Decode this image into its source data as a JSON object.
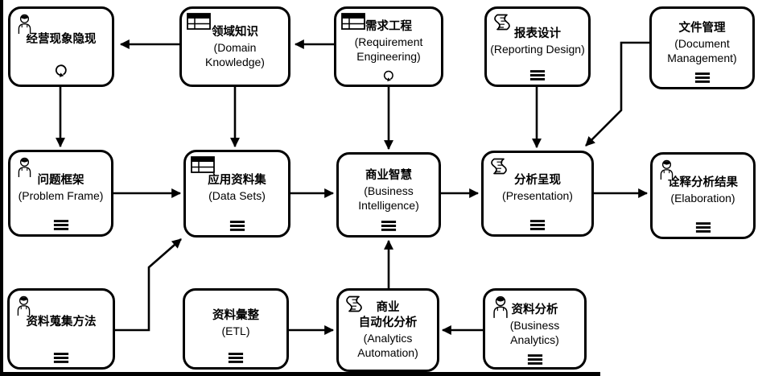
{
  "colors": {
    "line": "#000000",
    "node_fill": "#ffffff",
    "node_border": "#000000",
    "background": "#ffffff"
  },
  "diagram": {
    "nodes": [
      {
        "id": "business-phenomenon",
        "label_zh": "经营现象隐现",
        "label_en": "",
        "icon": "user-icon",
        "marker": "loop-marker"
      },
      {
        "id": "domain-knowledge",
        "label_zh": "领域知识",
        "label_en": "(Domain Knowledge)",
        "icon": "business-rule-icon",
        "marker": ""
      },
      {
        "id": "requirement-engineering",
        "label_zh": "需求工程",
        "label_en": "(Requirement Engineering)",
        "icon": "business-rule-icon",
        "marker": "loop-marker"
      },
      {
        "id": "reporting-design",
        "label_zh": "报表设计",
        "label_en": "(Reporting Design)",
        "icon": "script-icon",
        "marker": "menu-marker"
      },
      {
        "id": "document-management",
        "label_zh": "文件管理",
        "label_en": "(Document Management)",
        "icon": "",
        "marker": "menu-marker"
      },
      {
        "id": "problem-frame",
        "label_zh": "问题框架",
        "label_en": "(Problem Frame)",
        "icon": "user-icon",
        "marker": "menu-marker"
      },
      {
        "id": "data-sets",
        "label_zh": "应用资料集",
        "label_en": "(Data Sets)",
        "icon": "business-rule-icon",
        "marker": "menu-marker"
      },
      {
        "id": "business-intelligence",
        "label_zh": "商业智慧",
        "label_en": "(Business Intelligence)",
        "icon": "",
        "marker": "menu-marker"
      },
      {
        "id": "presentation",
        "label_zh": "分析呈现",
        "label_en": "(Presentation)",
        "icon": "script-icon",
        "marker": "menu-marker"
      },
      {
        "id": "elaboration",
        "label_zh": "诠释分析结果",
        "label_en": "(Elaboration)",
        "icon": "user-icon",
        "marker": "menu-marker"
      },
      {
        "id": "data-collection",
        "label_zh": "资料蒐集方法",
        "label_en": "",
        "icon": "user-icon",
        "marker": "menu-marker"
      },
      {
        "id": "etl",
        "label_zh": "资料彙整",
        "label_en": "(ETL)",
        "icon": "",
        "marker": "menu-marker"
      },
      {
        "id": "analytics-automation",
        "label_zh": "商业",
        "label_zh2": "自动化分析",
        "label_en": "(Analytics Automation)",
        "icon": "script-icon",
        "marker": ""
      },
      {
        "id": "business-analytics",
        "label_zh": "资料分析",
        "label_en": "(Business Analytics)",
        "icon": "user-icon",
        "marker": "menu-marker"
      }
    ],
    "edges": [
      {
        "from": "domain-knowledge",
        "to": "business-phenomenon"
      },
      {
        "from": "requirement-engineering",
        "to": "domain-knowledge"
      },
      {
        "from": "business-phenomenon",
        "to": "problem-frame"
      },
      {
        "from": "domain-knowledge",
        "to": "data-sets"
      },
      {
        "from": "requirement-engineering",
        "to": "business-intelligence"
      },
      {
        "from": "reporting-design",
        "to": "presentation"
      },
      {
        "from": "document-management",
        "to": "presentation"
      },
      {
        "from": "problem-frame",
        "to": "data-sets"
      },
      {
        "from": "data-sets",
        "to": "business-intelligence"
      },
      {
        "from": "business-intelligence",
        "to": "presentation"
      },
      {
        "from": "presentation",
        "to": "elaboration"
      },
      {
        "from": "data-collection",
        "to": "data-sets"
      },
      {
        "from": "etl",
        "to": "analytics-automation"
      },
      {
        "from": "business-analytics",
        "to": "analytics-automation"
      },
      {
        "from": "analytics-automation",
        "to": "business-intelligence"
      }
    ]
  }
}
